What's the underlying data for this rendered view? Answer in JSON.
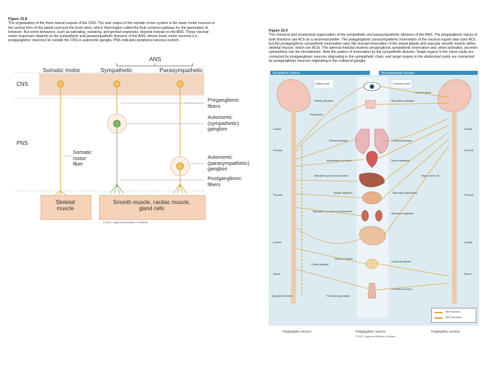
{
  "left": {
    "caption_title": "Figure 15.8",
    "caption_body": "The organization of the three neural outputs of the CNS. The sole output of the somatic motor system is the lower motor neurons in the ventral horn of the spinal cord and the brain stem, which Sherrington called the final common pathway for the generation of behavior. But some behaviors, such as salivating, sweating, and genital responses, depend instead on the ANS. These visceral motor responses depend on the sympathetic and parasympathetic divisions of the ANS, whose lower motor neurons (i.e., postganglionic neurons) lie outside the CNS in autonomic ganglia. PNS indicates peripheral nervous system.",
    "header_ans": "ANS",
    "col_somatic": "Somatic motor",
    "col_sympathetic": "Sympathetic",
    "col_parasympathetic": "Parasympathetic",
    "label_cns": "CNS",
    "label_pns": "PNS",
    "label_preganglionic": [
      "Preganglionic",
      "fibers"
    ],
    "label_autonomic_sym": [
      "Autonomic",
      "(sympathetic)",
      "ganglion"
    ],
    "label_somatic_fiber": [
      "Somatic",
      "motor",
      "fiber"
    ],
    "label_autonomic_para": [
      "Autonomic",
      "(parasympathetic)",
      "ganglion"
    ],
    "label_postganglionic": [
      "Postganglionic",
      "fibers"
    ],
    "box_skeletal": [
      "Skeletal",
      "muscle"
    ],
    "box_smooth": [
      "Smooth muscle, cardiac muscle,",
      "gland cells"
    ],
    "copyright": "© 2007 Lippincott Williams & Wilkins"
  },
  "right": {
    "caption_title": "Figure 15.9",
    "caption_body": "The chemical and anatomical organization of the sympathetic and parasympathetic divisions of the ANS. The preganglionic inputs of both divisions use ACh as a neurotransmitter. The postganglionic parasympathetic innervation of the visceral organs also uses ACh, but the postganglionic sympathetic innervation uses NE (except innervation of the sweat glands and vascular smooth muscle within skeletal muscle, which use ACh). The adrenal medulla receives preganglionic sympathetic innervation and, when activated, secretes epinephrine into the bloodstream. Note the pattern of innervation by the sympathetic division: Target organs in the chest cavity are contacted by postganglionic neurons originating in the sympathetic chain, and target organs in the abdominal cavity are connected by postganglionic neurons originating in the collateral ganglia.",
    "header_sym": "Sympathetic division",
    "header_para": "Parasympathetic division",
    "left_levels": [
      "Cranial",
      "Cervical",
      "Thoracic",
      "Lumbar",
      "Sacral"
    ],
    "right_levels": [
      "Cranial",
      "Cervical",
      "Thoracic",
      "Lumbar",
      "Sacral"
    ],
    "sym_labels": [
      "Dilates pupil",
      "Inhibits salivation",
      "Piloerection",
      "Relaxes airways",
      "Accelerates heartbeat",
      "Stimulates glucose production",
      "Inhibits digestion",
      "Stimulates secretion of epinephrine",
      "Relaxes bladder",
      "Celiac ganglion",
      "Sympathetic chain",
      "Promotes ejaculation"
    ],
    "para_labels": [
      "Constricts pupil",
      "Stimulates salivation",
      "Lacrimal gland",
      "Constricts airways",
      "Slows heartbeat",
      "Stimulates digestion",
      "Stimulates gallbladder",
      "Contracts bladder",
      "Promotes erection",
      "Vagus nerve (X)"
    ],
    "legend": [
      "NE neurons",
      "ACh neurons"
    ],
    "footer": [
      "Preganglionic neurons",
      "Postganglionic neurons",
      "Preganglionic neurons"
    ],
    "copyright": "© 2007 Lippincott Williams & Wilkins"
  }
}
